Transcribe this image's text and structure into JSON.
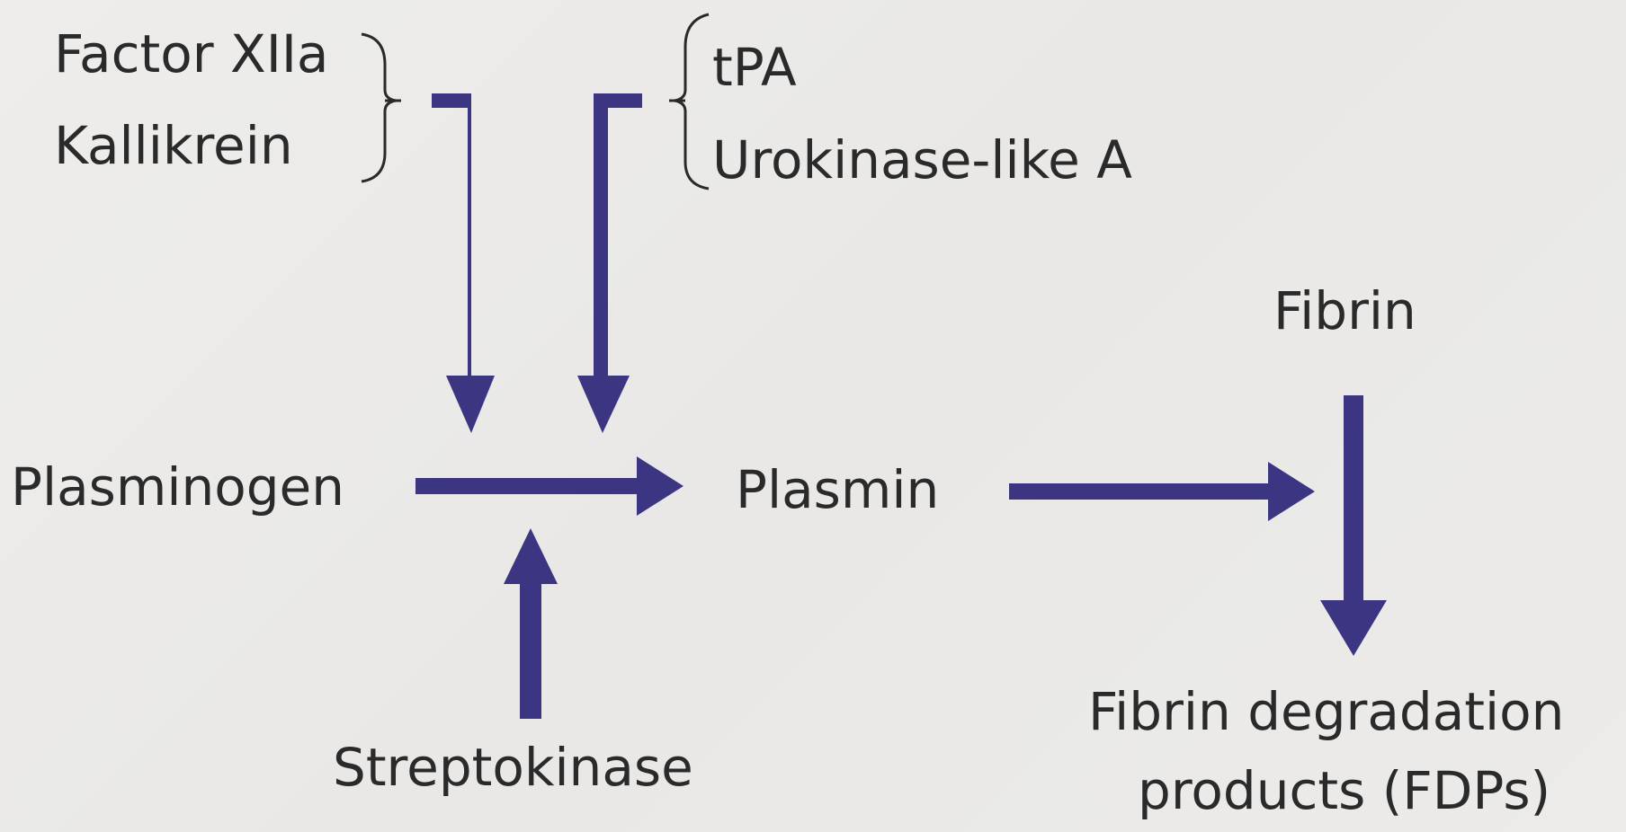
{
  "labels": {
    "factor_xiia": "Factor XIIa",
    "kallikrein": "Kallikrein",
    "tpa": "tPA",
    "urokinase": "Urokinase-like A",
    "plasminogen": "Plasminogen",
    "plasmin": "Plasmin",
    "streptokinase": "Streptokinase",
    "fibrin": "Fibrin",
    "fdp_line1": "Fibrin degradation",
    "fdp_line2": "products (FDPs)"
  },
  "colors": {
    "arrow": "#3b3582",
    "text": "#2a2a2a",
    "background": "#ecebe9"
  }
}
